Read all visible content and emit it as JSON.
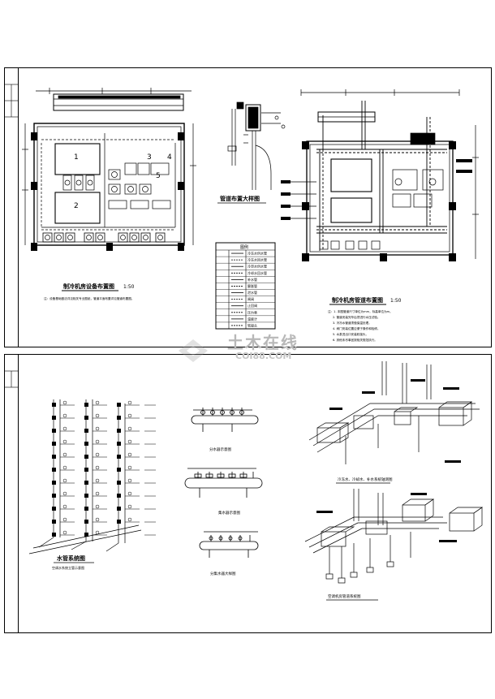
{
  "sheet1": {
    "plan_left": {
      "title": "制冷机房设备布置图",
      "scale": "1:50",
      "note": "注：设备基础做法详见相关专业图纸，管道平面布置详见管道布置图。",
      "room_numbers": [
        "1",
        "2",
        "3",
        "4",
        "5"
      ]
    },
    "detail": {
      "title": "管道布置大样图"
    },
    "legend": {
      "heading": "图例",
      "rows": [
        "冷冻水供水管",
        "冷冻水回水管",
        "冷却水供水管",
        "冷却水回水管",
        "补水管",
        "膨胀管",
        "泄水管",
        "闸阀",
        "止回阀",
        "压力表",
        "温度计",
        "软接头"
      ]
    },
    "plan_right": {
      "title": "制冷机房管道布置图",
      "scale": "1:50",
      "notes": [
        "注：1. 本图管道尺寸单位为mm，标高单位为m。",
        "2. 管道安装完毕后须进行水压试验。",
        "3. 冷冻水管道须做保温处理。",
        "4. 阀门安装位置应便于操作和检修。",
        "5. 水泵进出口安装软接头。",
        "6. 其他未尽事宜按相关规范执行。"
      ]
    }
  },
  "sheet2": {
    "riser": {
      "title": "水管系统图",
      "subtitle": "空调水系统立管示意图"
    },
    "header1": {
      "label": "分水器示意图"
    },
    "header2": {
      "label": "集水器示意图"
    },
    "header3": {
      "label": "分集水器大样图"
    },
    "iso_top": {
      "label": "冷冻水、冷却水、补水系统轴测图"
    },
    "iso_bottom": {
      "label": "空调机房管道系统图"
    }
  },
  "watermark": {
    "cn": "土木在线",
    "en": "COI88.COM"
  }
}
